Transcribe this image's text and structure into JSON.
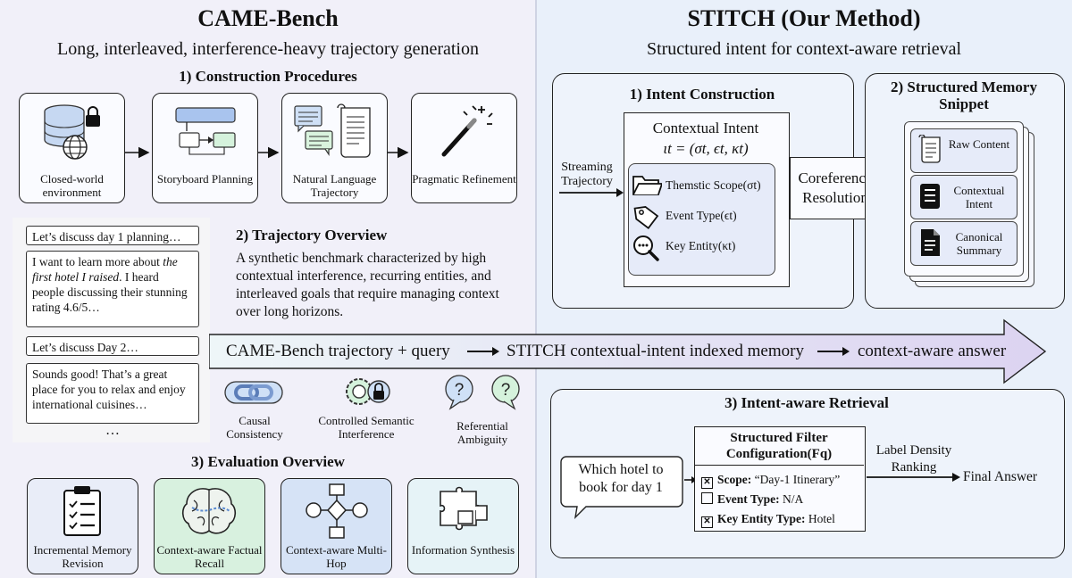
{
  "left": {
    "title": "CAME-Bench",
    "subtitle": "Long, interleaved, interference-heavy trajectory generation",
    "construction": {
      "heading": "1) Construction Procedures",
      "steps": [
        {
          "label": "Closed-world environment",
          "icon": "database-lock-globe-icon"
        },
        {
          "label": "Storyboard Planning",
          "icon": "flowchart-icon"
        },
        {
          "label": "Natural Language Trajectory",
          "icon": "chat-scroll-icon"
        },
        {
          "label": "Pragmatic Refinement",
          "icon": "magic-wand-icon"
        }
      ]
    },
    "chat": {
      "msg1": "Let’s discuss day 1 planning…",
      "msg2_a": "I want to learn more about ",
      "msg2_em": "the first hotel I raised",
      "msg2_b": ". I heard people discussing their stunning rating 4.6/5…",
      "ellipsis1": "…",
      "msg3": "Let’s discuss Day 2…",
      "msg4": "Sounds good! That’s a great place for you to relax and enjoy international cuisines…",
      "ellipsis2": "…"
    },
    "trajectory": {
      "heading": "2) Trajectory Overview",
      "text": "A synthetic benchmark characterized by high contextual interference, recurring entities, and interleaved goals that require managing context over long horizons.",
      "properties": [
        {
          "label": "Causal Consistency",
          "icon": "chain-link-icon"
        },
        {
          "label": "Controlled Semantic Interference",
          "icon": "gear-lock-icon"
        },
        {
          "label": "Referential Ambiguity",
          "icon": "question-bubbles-icon"
        }
      ]
    },
    "evaluation": {
      "heading": "3) Evaluation Overview",
      "items": [
        {
          "label": "Incremental Memory Revision",
          "icon": "checklist-icon",
          "color": "#e9edf8"
        },
        {
          "label": "Context-aware Factual Recall",
          "icon": "brain-icon",
          "color": "#d8f1df"
        },
        {
          "label": "Context-aware Multi-Hop",
          "icon": "multi-hop-icon",
          "color": "#d6e3f6"
        },
        {
          "label": "Information Synthesis",
          "icon": "puzzle-icon",
          "color": "#e6f3f7"
        }
      ]
    }
  },
  "pipeline": {
    "a": "CAME-Bench trajectory + query",
    "b": "STITCH contextual-intent indexed memory",
    "c": "context-aware answer"
  },
  "right": {
    "title": "STITCH (Our Method)",
    "subtitle": "Structured intent for context-aware retrieval",
    "intent": {
      "heading": "1) Intent Construction",
      "input": "Streaming Trajectory",
      "box_title": "Contextual Intent",
      "formula": "ιt = (σt, ϵt, κt)",
      "items": [
        {
          "label": "Themstic Scope(σt)",
          "icon": "folder-icon"
        },
        {
          "label": "Event Type(ϵt)",
          "icon": "tag-icon"
        },
        {
          "label": "Key Entity(κt)",
          "icon": "magnifier-icon"
        }
      ],
      "coref": "Coreference Resolution"
    },
    "memory": {
      "heading": "2) Structured Memory Snippet",
      "items": [
        {
          "label": "Raw Content",
          "icon": "scroll-icon"
        },
        {
          "label": "Contextual Intent",
          "icon": "intent-icon"
        },
        {
          "label": "Canonical Summary",
          "icon": "document-icon"
        }
      ]
    },
    "retrieval": {
      "heading": "3) Intent-aware Retrieval",
      "query": "Which hotel to book for day 1",
      "filter_title": "Structured Filter Configuration(Fq)",
      "filters": [
        {
          "key": "Scope:",
          "value": "“Day-1 Itinerary”",
          "checked": true
        },
        {
          "key": "Event Type:",
          "value": "N/A",
          "checked": false
        },
        {
          "key": "Key Entity Type:",
          "value": "Hotel",
          "checked": true
        }
      ],
      "ranking": "Label Density Ranking",
      "answer": "Final Answer"
    }
  }
}
